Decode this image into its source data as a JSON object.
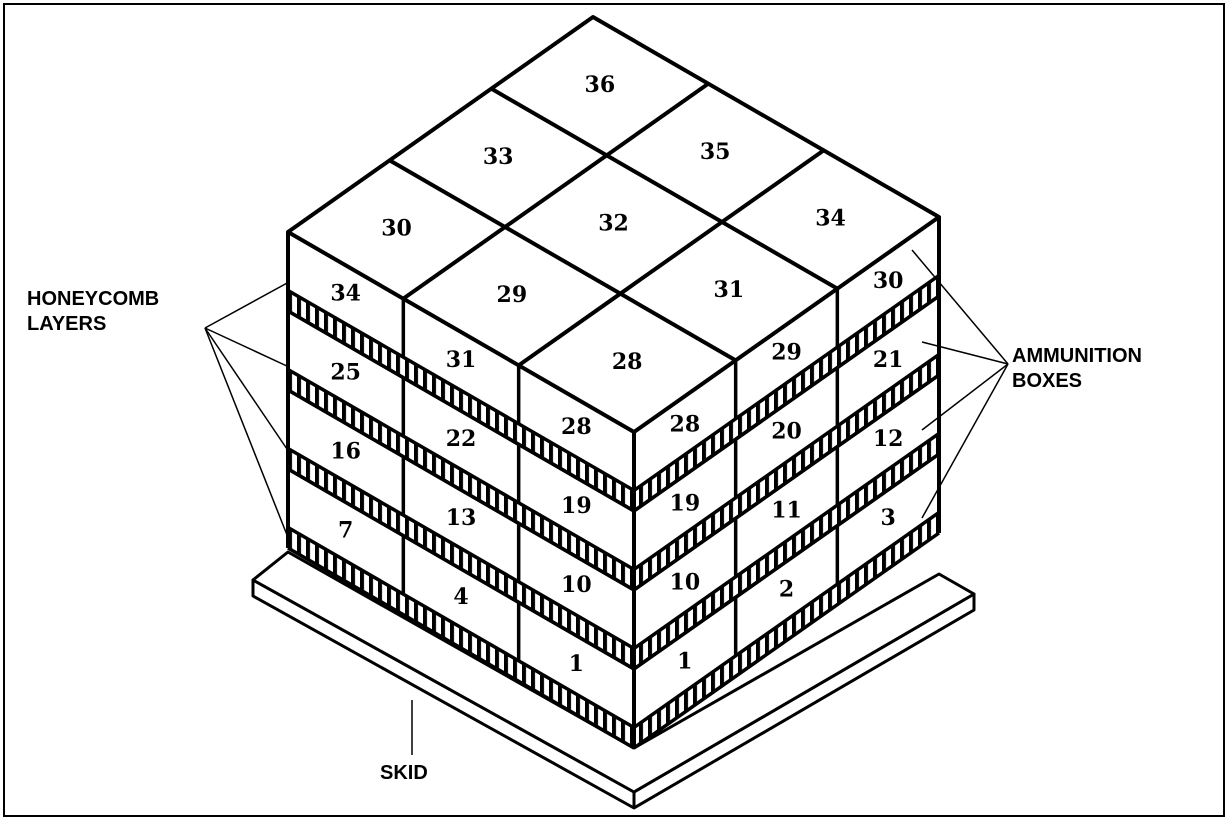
{
  "callouts": {
    "honeycomb_line1": "HONEYCOMB",
    "honeycomb_line2": "LAYERS",
    "ammunition_line1": "AMMUNITION",
    "ammunition_line2": "BOXES",
    "skid": "SKID"
  },
  "top_face_numbers": [
    "36",
    "35",
    "33",
    "34",
    "32",
    "30",
    "31",
    "29",
    "28"
  ],
  "left_face_rows": [
    [
      "34",
      "31",
      "28"
    ],
    [
      "25",
      "22",
      "19"
    ],
    [
      "16",
      "13",
      "10"
    ],
    [
      "7",
      "4",
      "1"
    ]
  ],
  "right_face_rows": [
    [
      "28",
      "29",
      "30"
    ],
    [
      "19",
      "20",
      "21"
    ],
    [
      "10",
      "11",
      "12"
    ],
    [
      "1",
      "2",
      "3"
    ]
  ],
  "colors": {
    "line": "#000000",
    "background": "#ffffff"
  }
}
